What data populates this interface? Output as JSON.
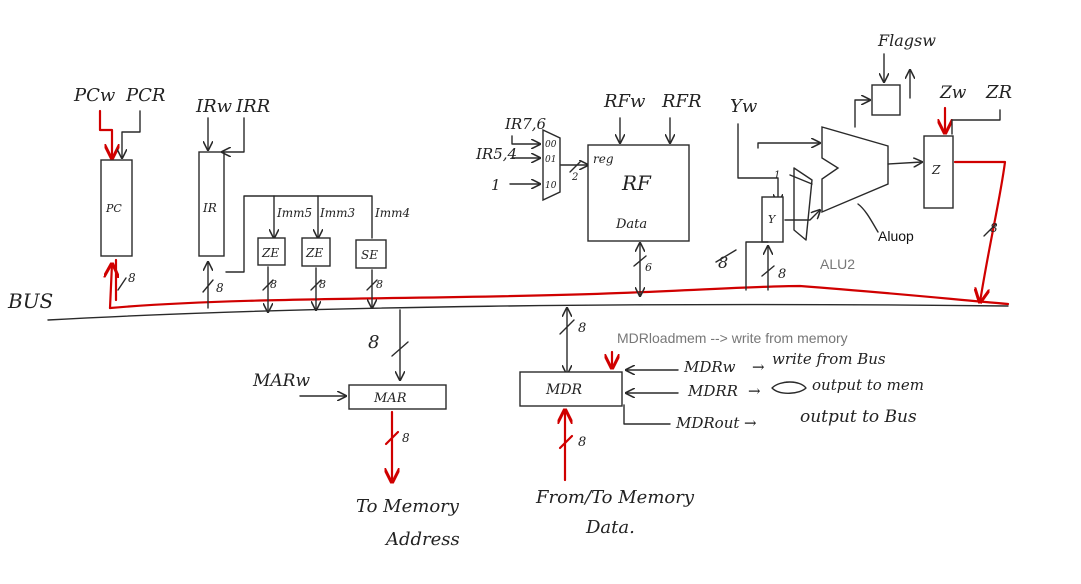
{
  "diagram": {
    "bus_label": "BUS",
    "pc": {
      "label": "PC",
      "w": "PCw",
      "r": "PCR",
      "width": "8"
    },
    "ir": {
      "label": "IR",
      "w": "IRw",
      "r": "IRR",
      "width": "8"
    },
    "imm": [
      {
        "label": "Imm5",
        "ext": "ZE",
        "width": "8"
      },
      {
        "label": "Imm3",
        "ext": "ZE",
        "width": "8"
      },
      {
        "label": "Imm4",
        "ext": "SE",
        "width": "8"
      }
    ],
    "mux": {
      "in0": "IR7,6",
      "in1": "IR5,4",
      "in2": "1",
      "sel0": "00",
      "sel1": "01",
      "sel2": "10",
      "out_width": "2"
    },
    "rf": {
      "label": "RF",
      "sub": "Data",
      "reg": "reg",
      "w": "RFw",
      "r": "RFR",
      "width": "6"
    },
    "y": {
      "label": "Y",
      "w": "Yw",
      "width": "8",
      "width_left": "8",
      "in_const": "1"
    },
    "alu": {
      "op": "Aluop",
      "alu2": "ALU2"
    },
    "flags": {
      "label": "Flagsw"
    },
    "z": {
      "label": "Z",
      "w": "Zw",
      "r": "ZR",
      "width": "8"
    },
    "mar": {
      "label": "MAR",
      "w": "MARw",
      "in_width": "8",
      "out_width": "8",
      "dest_line1": "To Memory",
      "dest_line2": "Address"
    },
    "mdr": {
      "label": "MDR",
      "width_top": "8",
      "width_bottom": "8",
      "note": "MDRloadmem --> write from memory",
      "ctrl": [
        {
          "sig": "MDRw",
          "desc": "write from Bus"
        },
        {
          "sig": "MDRR",
          "desc": "output to mem"
        },
        {
          "sig": "MDRout",
          "desc": "output to Bus"
        }
      ],
      "dest_line1": "From/To Memory",
      "dest_line2": "Data."
    },
    "colors": {
      "ink": "#2a2a2a",
      "red": "#d00000",
      "typed": "#777777"
    }
  }
}
